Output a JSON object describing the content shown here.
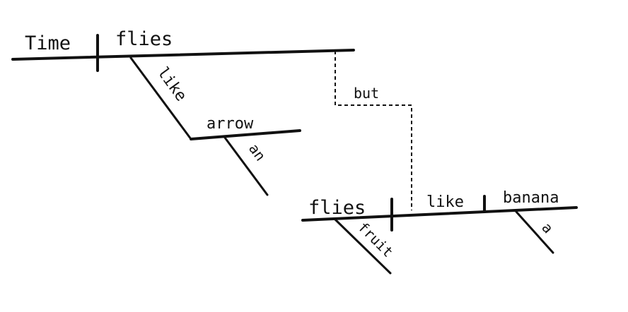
{
  "diagram": {
    "clause1": {
      "subject": "Time",
      "verb": "flies",
      "preposition": "like",
      "object": "arrow",
      "article": "an"
    },
    "conjunction": "but",
    "clause2": {
      "subject": "flies",
      "modifier": "fruit",
      "verb": "like",
      "object": "banana",
      "article": "a"
    }
  }
}
